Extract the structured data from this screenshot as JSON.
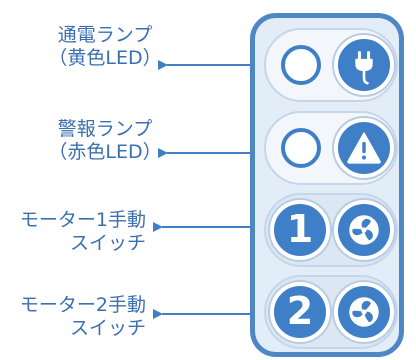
{
  "colors": {
    "accent": "#3f7fc8",
    "panel_border": "#4e86c6",
    "panel_fill": "#e3edf7",
    "label_text": "#3b6fb0"
  },
  "labels": {
    "power_lamp": {
      "line1": "通電ランプ",
      "line2": "（黄色LED）"
    },
    "alarm_lamp": {
      "line1": "警報ランプ",
      "line2": "（赤色LED）"
    },
    "motor1_switch": {
      "line1": "モーター1手動",
      "line2": "スイッチ"
    },
    "motor2_switch": {
      "line1": "モーター2手動",
      "line2": "スイッチ"
    }
  },
  "buttons": {
    "motor1_number": "1",
    "motor2_number": "2"
  },
  "icons": {
    "power": "power-plug-icon",
    "alarm": "warning-icon",
    "motor": "fan-icon"
  }
}
